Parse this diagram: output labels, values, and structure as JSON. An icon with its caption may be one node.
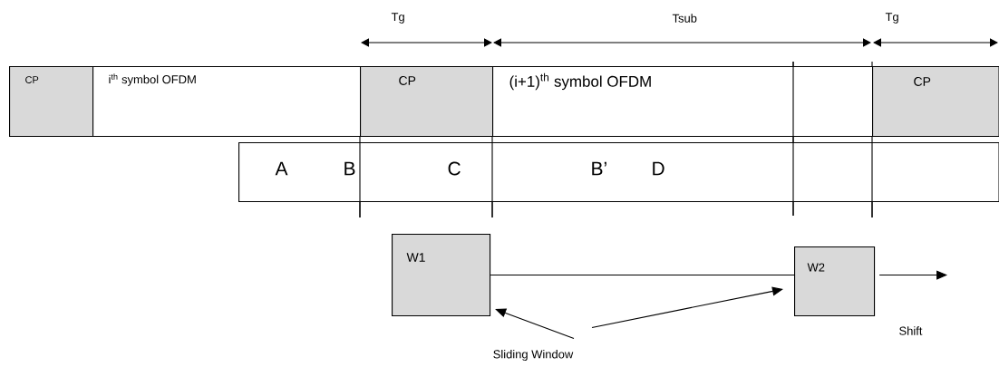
{
  "diagram": {
    "nodes": [
      {
        "text": [
          "CP"
        ]
      },
      {
        "text": [
          "i$^{th}$ symbol OFDM"
        ]
      },
      {
        "text": [
          "CP"
        ]
      },
      {
        "text": [
          "(i+1)$^{th}$ symbol OFDM"
        ]
      },
      {
        "text": [
          "CP"
        ]
      },
      {
        "text": [
          "A",
          "B",
          "C",
          "B’",
          "D"
        ]
      },
      {
        "text": [
          "W1"
        ]
      },
      {
        "text": [
          "W2"
        ]
      },
      {
        "text": [
          "Sliding Window"
        ]
      }
    ],
    "edges": [
      {
        "from": 6,
        "to": 7,
        "arrow": "none"
      },
      {
        "from": 8,
        "to": 6,
        "arrow": "to"
      },
      {
        "from": 8,
        "to": 7,
        "arrow": "to"
      },
      {
        "from": 7,
        "to": null,
        "arrow": "to"
      }
    ],
    "labels": [
      "Tg",
      "Tsub",
      "Tg",
      "Shift"
    ]
  }
}
